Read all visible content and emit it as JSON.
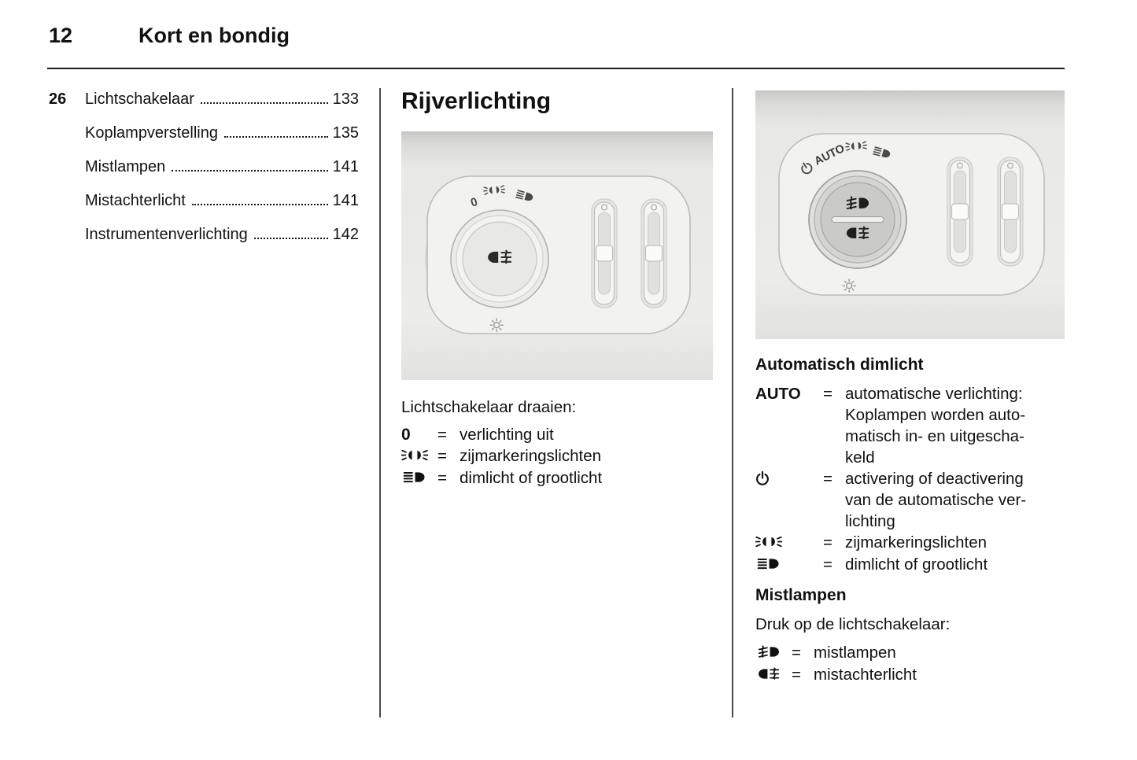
{
  "header": {
    "page_number": "12",
    "chapter_title": "Kort en bondig"
  },
  "toc": {
    "ref_number": "26",
    "items": [
      {
        "label": "Lichtschakelaar",
        "page": "133"
      },
      {
        "label": "Koplampverstelling",
        "page": "135"
      },
      {
        "label": "Mistlampen",
        "page": "141"
      },
      {
        "label": "Mistachterlicht",
        "page": "141"
      },
      {
        "label": "Instrumentenverlichting",
        "page": "142"
      }
    ]
  },
  "middle_column": {
    "heading": "Rijverlichting",
    "intro": "Lichtschakelaar draaien:",
    "legend": [
      {
        "symbol": "0",
        "icon": "off-position",
        "eq": "=",
        "text": "verlichting uit"
      },
      {
        "symbol": "",
        "icon": "side-marker-lights",
        "eq": "=",
        "text": "zijmarkeringslichten"
      },
      {
        "symbol": "",
        "icon": "low-beam-headlight",
        "eq": "=",
        "text": "dimlicht of grootlicht"
      }
    ]
  },
  "right_column": {
    "auto_heading": "Automatisch dimlicht",
    "auto_legend": [
      {
        "symbol": "AUTO",
        "icon": "",
        "eq": "=",
        "text": "automatische verlichting:\nKoplampen worden auto-\nmatisch in- en uitgescha-\nkeld"
      },
      {
        "symbol": "",
        "icon": "power",
        "eq": "=",
        "text": "activering of deactivering\nvan de automatische ver-\nlichting"
      },
      {
        "symbol": "",
        "icon": "side-marker-lights",
        "eq": "=",
        "text": "zijmarkeringslichten"
      },
      {
        "symbol": "",
        "icon": "low-beam-headlight",
        "eq": "=",
        "text": "dimlicht of grootlicht"
      }
    ],
    "fog_heading": "Mistlampen",
    "fog_intro": "Druk op de lichtschakelaar:",
    "fog_legend": [
      {
        "icon": "front-fog-lights",
        "eq": "=",
        "text": "mistlampen"
      },
      {
        "icon": "rear-fog-light",
        "eq": "=",
        "text": "mistachterlicht"
      }
    ]
  },
  "figures": {
    "middle": {
      "off_label": "0",
      "dial_positions": [
        "0",
        "side-marker-lights",
        "low-beam-headlight"
      ],
      "knob_symbol": "rear-fog-light"
    },
    "right": {
      "auto_label": "AUTO",
      "dial_positions": [
        "power",
        "AUTO",
        "side-marker-lights",
        "low-beam-headlight"
      ],
      "knob_symbols": [
        "front-fog-lights",
        "rear-fog-light"
      ]
    }
  },
  "colors": {
    "figure_background": "#e9e9e7",
    "panel_fill": "#f2f2f0",
    "divider": "#4b4b4b",
    "text": "#111111"
  }
}
